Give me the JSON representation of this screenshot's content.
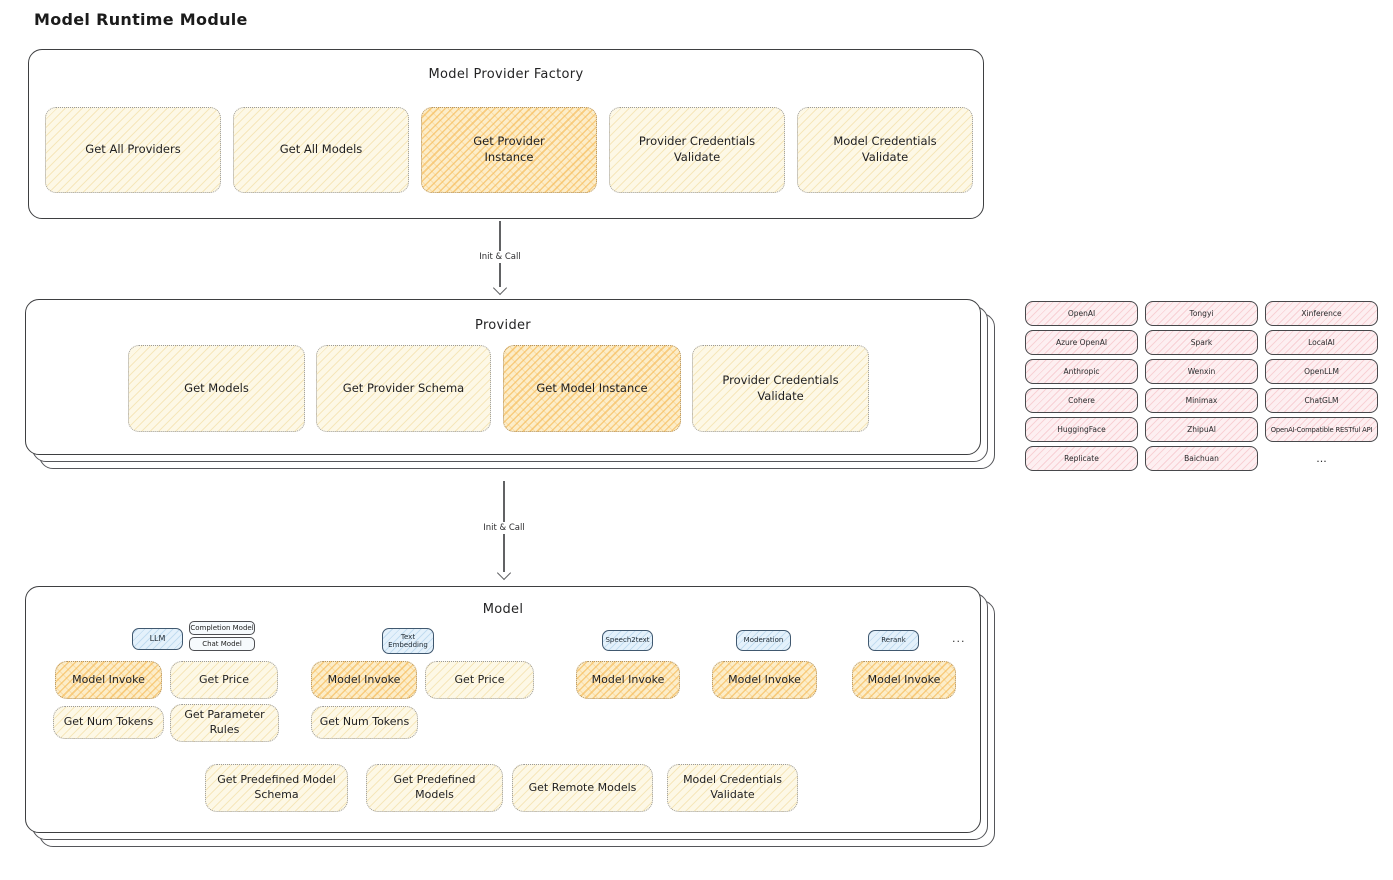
{
  "page": {
    "title": "Model Runtime Module"
  },
  "colors": {
    "op_fill": "#fdf8e6",
    "op_highlight_fill": "#fcedc9",
    "op_highlight_hatch": "#f6ba56",
    "provider_pill_fill": "#fdeff1",
    "model_type_tab_fill": "#e4f1fb",
    "container_border": "#3e3f41"
  },
  "edges": {
    "factory_to_provider": "Init & Call",
    "provider_to_model": "Init & Call"
  },
  "factory": {
    "title": "Model Provider Factory",
    "ops": [
      "Get All Providers",
      "Get All Models",
      "Get Provider Instance",
      "Provider Credentials Validate",
      "Model Credentials Validate"
    ]
  },
  "provider": {
    "title": "Provider",
    "ops": [
      "Get Models",
      "Get Provider Schema",
      "Get Model Instance",
      "Provider Credentials Validate"
    ]
  },
  "providers_panel": {
    "items": [
      "OpenAI",
      "Tongyi",
      "Xinference",
      "Azure OpenAI",
      "Spark",
      "LocalAI",
      "Anthropic",
      "Wenxin",
      "OpenLLM",
      "Cohere",
      "Minimax",
      "ChatGLM",
      "HuggingFace",
      "ZhipuAI",
      "OpenAI-Compatible RESTful API",
      "Replicate",
      "Baichuan"
    ],
    "more": "..."
  },
  "model": {
    "title": "Model",
    "tabs": [
      "LLM",
      "Text Embedding",
      "Speech2text",
      "Moderation",
      "Rerank"
    ],
    "llm_subtypes": [
      "Completion Model",
      "Chat Model"
    ],
    "more": "...",
    "invoke_label": "Model Invoke",
    "price_label": "Get Price",
    "num_tokens_label": "Get Num Tokens",
    "parameter_rules_label": "Get Parameter Rules",
    "bottom_ops": [
      "Get Predefined Model Schema",
      "Get Predefined Models",
      "Get Remote Models",
      "Model Credentials Validate"
    ]
  }
}
